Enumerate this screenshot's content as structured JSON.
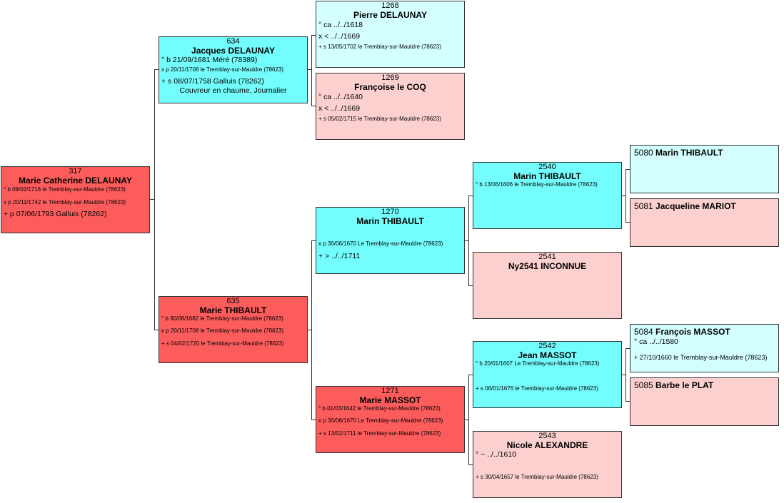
{
  "persons": {
    "p317": {
      "num": "317",
      "name": "Marie Catherine DELAUNAY",
      "events": [
        "° b 09/02/1716 le Tremblay-sur-Mauldre (78623)",
        "x p 20/11/1742 le Tremblay-sur-Mauldre (78623)",
        "+ p 07/06/1793 Galluis (78262)"
      ]
    },
    "p634": {
      "num": "634",
      "name": "Jacques DELAUNAY",
      "events": [
        "° b 21/09/1681 Méré (78389)",
        "x p 20/11/1708 le Tremblay-sur-Mauldre (78623)",
        "+ s 08/07/1758 Galluis (78262)"
      ],
      "occupation": "Couvreur en chaume, Journalier"
    },
    "p635": {
      "num": "635",
      "name": "Marie THIBAULT",
      "events": [
        "° b 30/08/1682 le Tremblay-sur-Mauldre (78623)",
        "x p 20/11/1708 le Tremblay-sur-Mauldre (78623)",
        "+ s 04/02/1720 le Tremblay-sur-Mauldre (78623)"
      ]
    },
    "p1268": {
      "num": "1268",
      "name": "Pierre DELAUNAY",
      "events": [
        "° ca ../../1618",
        "x < ../../1669",
        "+ s 13/05/1702 le Tremblay-sur-Mauldre (78623)"
      ]
    },
    "p1269": {
      "num": "1269",
      "name": "Françoise le COQ",
      "events": [
        "° ca ../../1640",
        "x < ../../1669",
        "+ s 05/02/1715 le Tremblay-sur-Mauldre (78623)"
      ]
    },
    "p1270": {
      "num": "1270",
      "name": "Marin THIBAULT",
      "events": [
        "x p 30/06/1670 Le Tremblay-sur-Mauldre (78623)",
        "+ > ../../1711"
      ]
    },
    "p1271": {
      "num": "1271",
      "name": "Marie MASSOT",
      "events": [
        "° b 01/03/1642 le Tremblay-sur-Mauldre (78623)",
        "x p 30/06/1670 Le Tremblay-sur-Mauldre (78623)",
        "+ s 13/02/1711 le Tremblay-sur-Mauldre (78623)"
      ]
    },
    "p2540": {
      "num": "2540",
      "name": "Marin THIBAULT",
      "events": [
        "° b 13/06/1606 le Tremblay-sur-Mauldre (78623)"
      ]
    },
    "p2541": {
      "num": "2541",
      "name": "Ny2541 INCONNUE",
      "events": []
    },
    "p2542": {
      "num": "2542",
      "name": "Jean MASSOT",
      "events": [
        "° b 20/01/1607 Le Tremblay-sur-Mauldre (78623)",
        "+ s 06/01/1676 le Tremblay-sur-Mauldre (78623)"
      ]
    },
    "p2543": {
      "num": "2543",
      "name": "Nicole ALEXANDRE",
      "events": [
        "° ~ ../../1610",
        "+ s 30/04/1657 le Tremblay-sur-Mauldre (78623)"
      ]
    },
    "p5080": {
      "num": "5080",
      "name": "Marin THIBAULT",
      "events": []
    },
    "p5081": {
      "num": "5081",
      "name": "Jacqueline MARIOT",
      "events": []
    },
    "p5084": {
      "num": "5084",
      "name": "François MASSOT",
      "events": [
        "° ca ../../1580",
        "+ 27/10/1660 le Tremblay-sur-Mauldre (78623)"
      ]
    },
    "p5085": {
      "num": "5085",
      "name": "Barbe le PLAT",
      "events": []
    }
  },
  "colors": {
    "male": "#74fdfd",
    "male_light": "#d4ffff",
    "female": "#fd5c5c",
    "female_light": "#fdd0d0"
  }
}
